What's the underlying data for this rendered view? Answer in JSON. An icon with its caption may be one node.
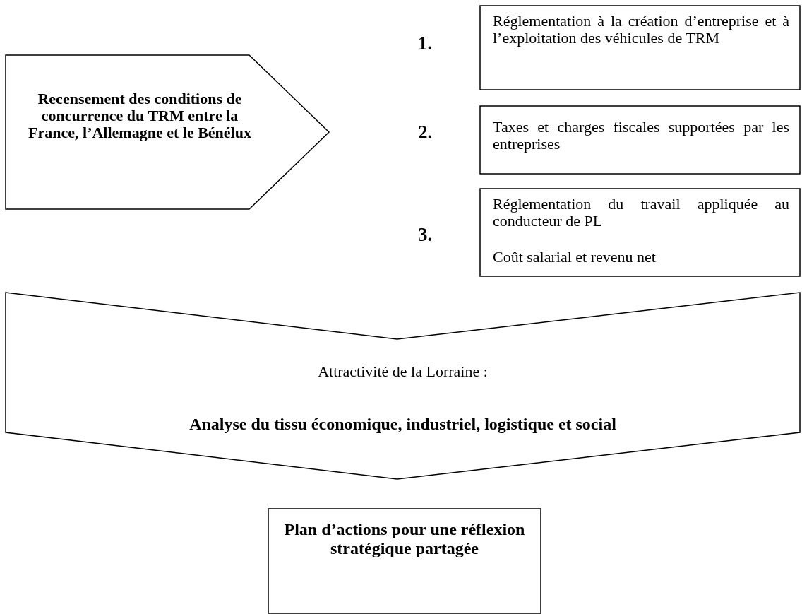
{
  "diagram": {
    "nodes": [
      {
        "text": [
          "Recensement des conditions de concurrence du TRM entre la France, l’Allemagne et le Bénélux"
        ]
      },
      {
        "text": [
          "Réglementation à la création d’entreprise et à l’exploitation des véhicules de TRM"
        ],
        "beside": [
          "1."
        ]
      },
      {
        "text": [
          "Taxes et charges fiscales supportées par les entreprises"
        ],
        "beside": [
          "2."
        ]
      },
      {
        "text": [
          "Réglementation du travail appliquée au conducteur de PL",
          "Coût salarial et revenu net"
        ],
        "beside": [
          "3."
        ]
      },
      {
        "text": [
          "Attractivité de la Lorraine :",
          "Analyse du tissu économique, industriel, logistique et social"
        ]
      },
      {
        "text": [
          "Plan d’actions pour une réflexion stratégique partagée"
        ]
      }
    ]
  }
}
